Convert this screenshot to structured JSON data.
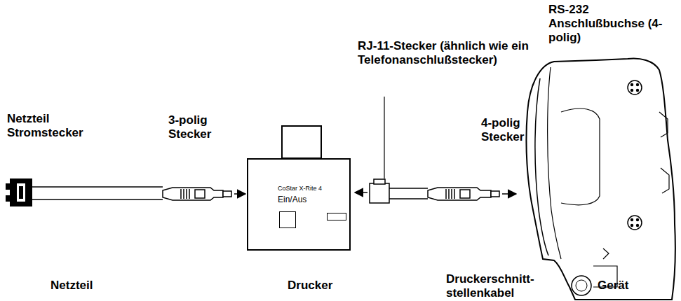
{
  "diagram": {
    "nodes": [
      {
        "text": [
          "CoStar X-Rite 4",
          "Ein/Aus"
        ]
      }
    ],
    "labels": [
      "Netzteil Stromstecker",
      "3-polig Stecker",
      "RJ-11-Stecker (ähnlich wie ein Telefonanschlußstecker)",
      "RS-232 Anschlußbuchse (4-polig)",
      "4-polig Stecker",
      "Netzteil",
      "Drucker",
      "Druckerschnitt- stellenkabel",
      "Gerät"
    ]
  }
}
